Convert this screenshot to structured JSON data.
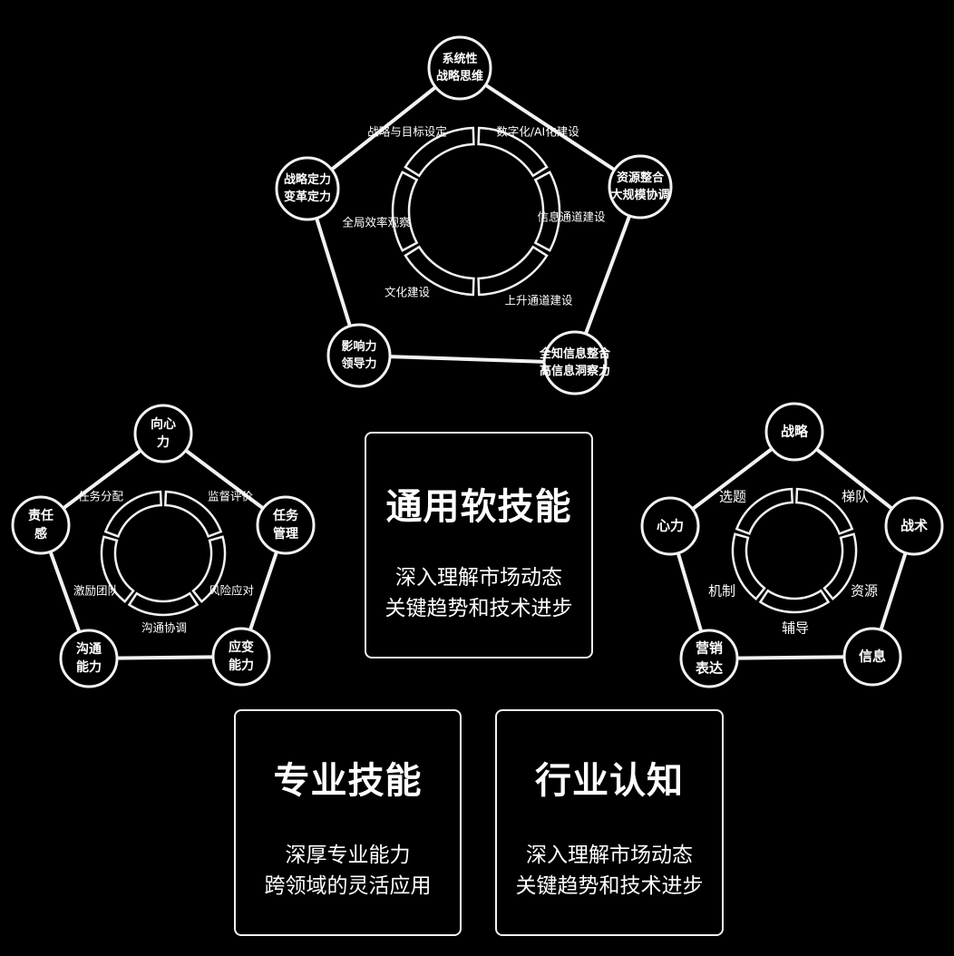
{
  "pentagons": {
    "top": {
      "nodes": [
        [
          "系统性",
          "战略思维"
        ],
        [
          "资源整合",
          "大规模协调"
        ],
        [
          "全知信息整合",
          "高信息洞察力"
        ],
        [
          "影响力",
          "领导力"
        ],
        [
          "战略定力",
          "变革定力"
        ]
      ],
      "labels": [
        "战略与目标设定",
        "数字化/AI化建设",
        "信息通道建设",
        "上升通道建设",
        "文化建设",
        "全局效率观察"
      ]
    },
    "left": {
      "nodes": [
        [
          "向心",
          "力"
        ],
        [
          "任务",
          "管理"
        ],
        [
          "应变",
          "能力"
        ],
        [
          "沟通",
          "能力"
        ],
        [
          "责任",
          "感"
        ]
      ],
      "labels": [
        "任务分配",
        "监督评价",
        "风险应对",
        "沟通协调",
        "激励团队"
      ]
    },
    "right": {
      "nodes": [
        [
          "战略"
        ],
        [
          "战术"
        ],
        [
          "信息"
        ],
        [
          "营销",
          "表达"
        ],
        [
          "心力"
        ]
      ],
      "labels": [
        "选题",
        "梯队",
        "资源",
        "辅导",
        "机制"
      ]
    }
  },
  "cards": {
    "general": {
      "title": "通用软技能",
      "line1": "深入理解市场动态",
      "line2": "关键趋势和技术进步"
    },
    "professional": {
      "title": "专业技能",
      "line1": "深厚专业能力",
      "line2": "跨领域的灵活应用"
    },
    "industry": {
      "title": "行业认知",
      "line1": "深入理解市场动态",
      "line2": "关键趋势和技术进步"
    }
  },
  "colors": {
    "background": "#000000",
    "stroke": "#f2f2f2"
  }
}
